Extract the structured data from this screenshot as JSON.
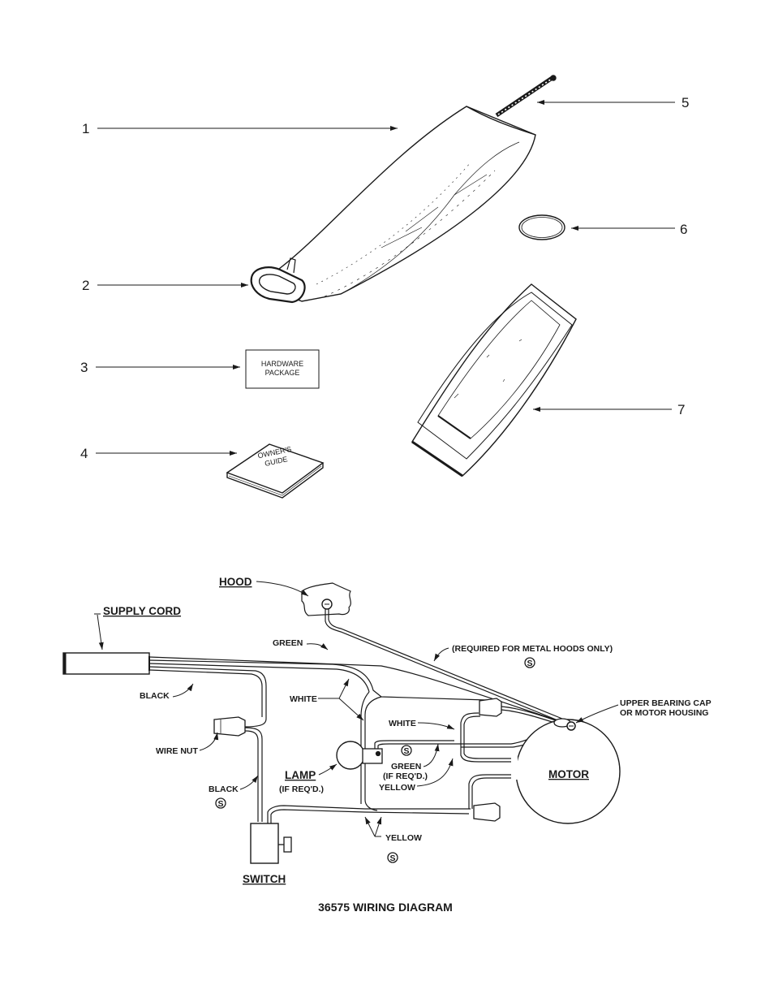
{
  "parts_diagram": {
    "callouts": [
      "1",
      "2",
      "3",
      "4",
      "5",
      "6",
      "7"
    ],
    "hardware_package": [
      "HARDWARE",
      "PACKAGE"
    ],
    "owners_guide": [
      "OWNER'S",
      "GUIDE"
    ]
  },
  "wiring_diagram": {
    "title": "36575 WIRING DIAGRAM",
    "labels": {
      "hood": "HOOD",
      "supply_cord": "SUPPLY CORD",
      "green_top": "GREEN",
      "required_metal_hoods": "(REQUIRED FOR METAL HOODS ONLY)",
      "black_top": "BLACK",
      "white_left": "WHITE",
      "white_right": "WHITE",
      "upper_bearing_cap_1": "UPPER BEARING CAP",
      "upper_bearing_cap_2": "OR MOTOR HOUSING",
      "wire_nut": "WIRE NUT",
      "lamp": "LAMP",
      "lamp_if_reqd": "(IF REQ'D.)",
      "green_lamp": "GREEN",
      "green_if_reqd": "(IF REQ'D.)",
      "yellow_upper": "YELLOW",
      "motor": "MOTOR",
      "black_bottom": "BLACK",
      "yellow_lower": "YELLOW",
      "switch": "SWITCH",
      "ground_symbol": "S"
    }
  }
}
